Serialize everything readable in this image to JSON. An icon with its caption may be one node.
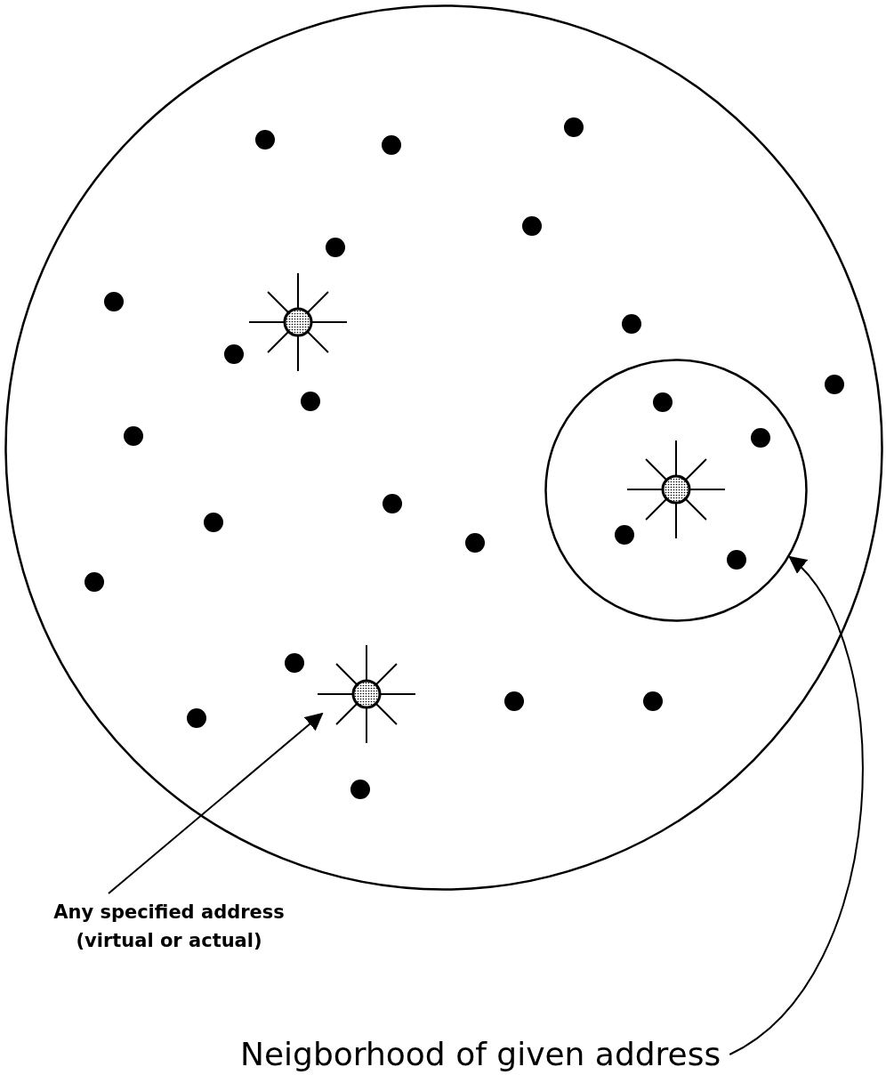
{
  "diagram": {
    "nodes": [
      {
        "text": [],
        "shape": "circle"
      },
      {
        "text": [],
        "shape": "circle",
        "in": 0
      },
      {
        "text": [],
        "shape": "star",
        "in": 0
      },
      {
        "text": [
          "Any specified address (virtual or actual)"
        ]
      },
      {
        "text": [
          "Neigborhood of given address"
        ]
      }
    ],
    "edges": [
      {
        "from": 3,
        "to": 2,
        "arrow": "to"
      },
      {
        "from": 4,
        "to": 1,
        "arrow": "to"
      }
    ]
  }
}
